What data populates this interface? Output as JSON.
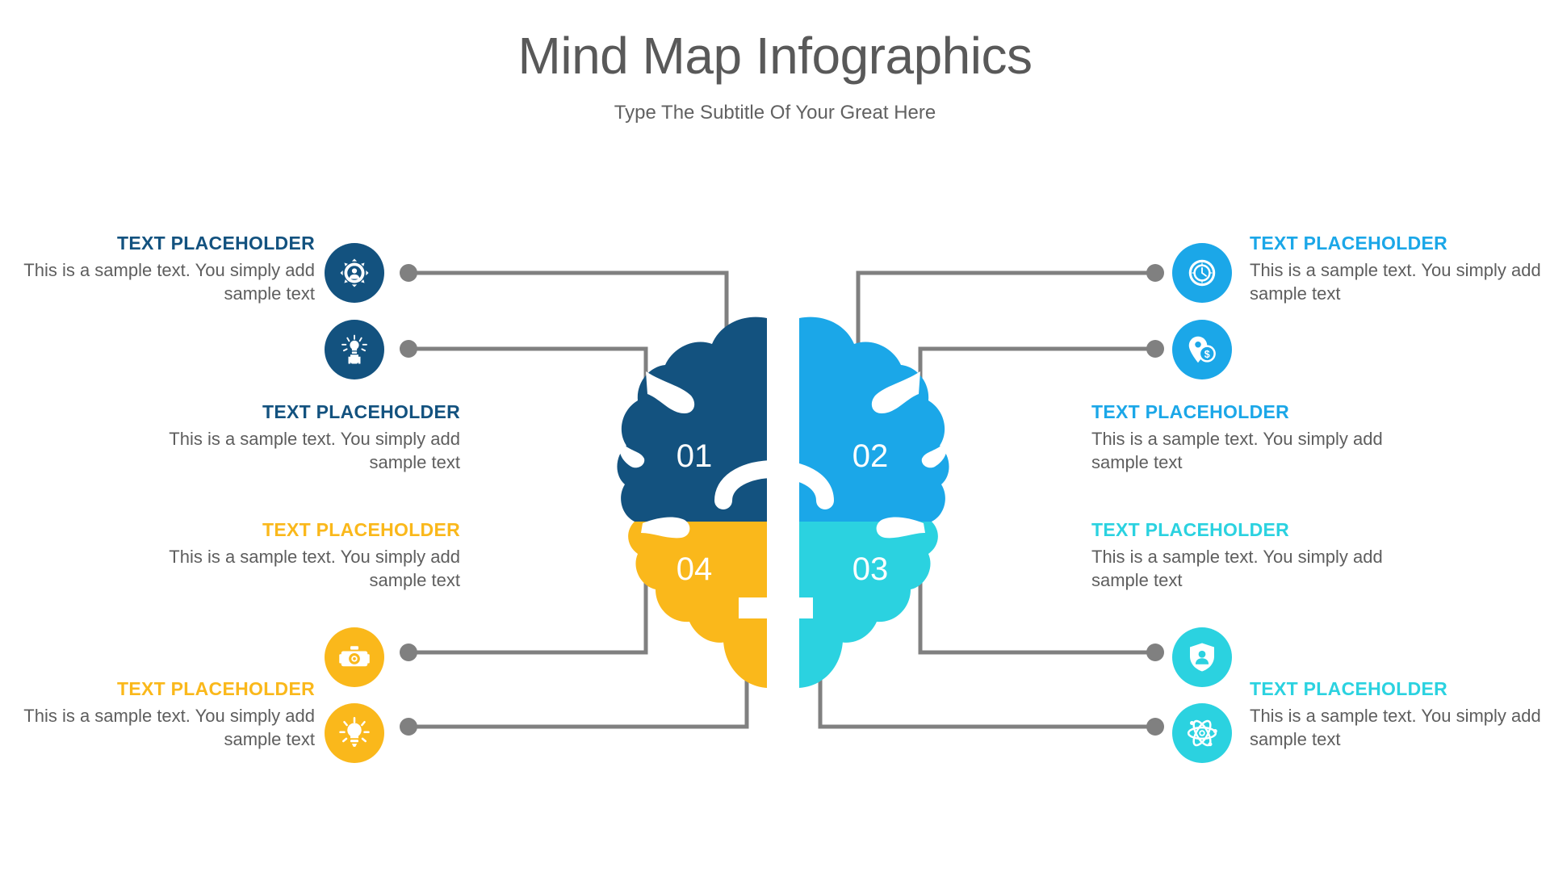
{
  "header": {
    "title": "Mind Map Infographics",
    "subtitle": "Type The Subtitle Of Your Great Here"
  },
  "colors": {
    "dark_blue": "#13527F",
    "bright_blue": "#1BA7E8",
    "cyan": "#2BD2E0",
    "amber": "#FAB81B",
    "connector_gray": "#808080",
    "title_gray": "#595959",
    "body_gray": "#5E5E5E"
  },
  "brain": {
    "quadrants": [
      {
        "number": "01",
        "color": "#13527F",
        "position": "top-left"
      },
      {
        "number": "02",
        "color": "#1BA7E8",
        "position": "top-right"
      },
      {
        "number": "03",
        "color": "#2BD2E0",
        "position": "bottom-right"
      },
      {
        "number": "04",
        "color": "#FAB81B",
        "position": "bottom-left"
      }
    ]
  },
  "items": [
    {
      "id": "left-1",
      "heading": "TEXT PLACEHOLDER",
      "body": "This is a sample text. You simply add sample text",
      "color": "#13527F",
      "icon": "user-gear-icon",
      "side": "left"
    },
    {
      "id": "left-2",
      "heading": "TEXT PLACEHOLDER",
      "body": "This is a sample text. You simply add sample text",
      "color": "#13527F",
      "icon": "hand-idea-bulb-icon",
      "side": "left"
    },
    {
      "id": "left-3",
      "heading": "TEXT PLACEHOLDER",
      "body": "This is a sample text. You simply add sample text",
      "color": "#FAB81B",
      "icon": "camera-icon",
      "side": "left"
    },
    {
      "id": "left-4",
      "heading": "TEXT PLACEHOLDER",
      "body": "This is a sample text. You simply add sample text",
      "color": "#FAB81B",
      "icon": "lightbulb-icon",
      "side": "left"
    },
    {
      "id": "right-1",
      "heading": "TEXT PLACEHOLDER",
      "body": "This is a sample text. You simply add sample text",
      "color": "#1BA7E8",
      "icon": "clock-icon",
      "side": "right"
    },
    {
      "id": "right-2",
      "heading": "TEXT PLACEHOLDER",
      "body": "This is a sample text. You simply add sample text",
      "color": "#1BA7E8",
      "icon": "money-pin-icon",
      "side": "right"
    },
    {
      "id": "right-3",
      "heading": "TEXT PLACEHOLDER",
      "body": "This is a sample text. You simply add sample text",
      "color": "#2BD2E0",
      "icon": "shield-user-icon",
      "side": "right"
    },
    {
      "id": "right-4",
      "heading": "TEXT PLACEHOLDER",
      "body": "This is a sample text. You simply add sample text",
      "color": "#2BD2E0",
      "icon": "atom-icon",
      "side": "right"
    }
  ]
}
